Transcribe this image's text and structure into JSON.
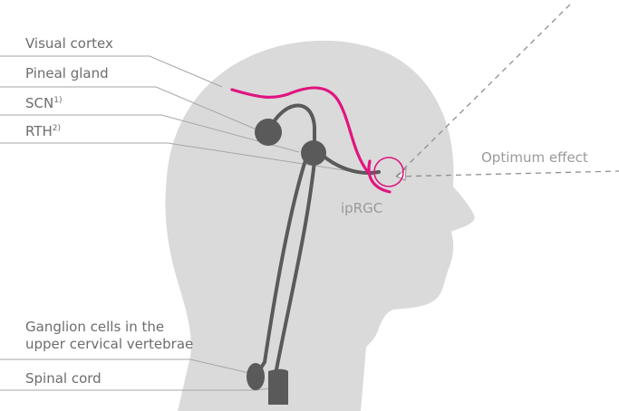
{
  "labels": {
    "visual_cortex": "Visual cortex",
    "pineal_gland": "Pineal gland",
    "scn": "SCN",
    "scn_note": "1)",
    "rth": "RTH",
    "rth_note": "2)",
    "optimum_effect": "Optimum effect",
    "iprgc": "ipRGC",
    "ganglion_line1": "Ganglion cells in the",
    "ganglion_line2": "upper cervical vertebrae",
    "spinal_cord": "Spinal cord"
  },
  "colors": {
    "head_fill": "#dadada",
    "nerve": "#5a5a5a",
    "accent": "#e0157f",
    "leader_line": "#9a9a9a",
    "text": "#6d6d6d"
  }
}
